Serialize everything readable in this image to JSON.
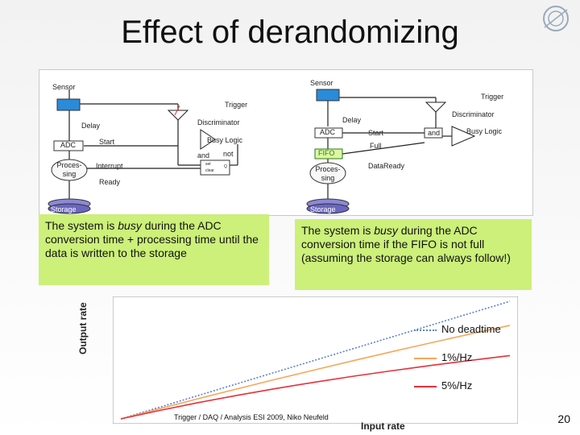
{
  "slide": {
    "title": "Effect of derandomizing",
    "footer": "Trigger / DAQ / Analysis ESI 2009, Niko Neufeld",
    "page_number": "20"
  },
  "left_diagram": {
    "sensor": "Sensor",
    "trigger": "Trigger",
    "delay": "Delay",
    "discriminator": "Discriminator",
    "adc": "ADC",
    "start": "Start",
    "busy_logic": "Busy Logic",
    "and_label": "and",
    "not_label": "not",
    "processing": "Proces-\nsing",
    "interrupt": "Interrupt",
    "ready": "Ready",
    "set": "set",
    "clear": "clear",
    "q": "Q",
    "storage": "Storage",
    "caption_pre": "The system is ",
    "caption_em": "busy",
    "caption_post": " during the ADC conversion time + processing time until the data is written to the storage"
  },
  "right_diagram": {
    "sensor": "Sensor",
    "trigger": "Trigger",
    "discriminator": "Discriminator",
    "delay": "Delay",
    "adc": "ADC",
    "start": "Start",
    "full": "Full",
    "fifo": "FIFO",
    "and_label": "and",
    "busy_logic": "Busy Logic",
    "data_ready": "DataReady",
    "processing": "Proces-\nsing",
    "storage": "Storage",
    "caption_pre": "The system is ",
    "caption_em": "busy",
    "caption_post": " during the ADC conversion time if the FIFO is not full (assuming the storage can always follow!)"
  },
  "chart_data": {
    "type": "line",
    "xlabel": "Input rate",
    "ylabel": "Output rate",
    "x": [
      0,
      0.1,
      0.2,
      0.3,
      0.4,
      0.5,
      0.6,
      0.7,
      0.8,
      0.9,
      1.0
    ],
    "series": [
      {
        "name": "No deadtime",
        "color": "#5b7fd6",
        "style": "dotted",
        "values": [
          0,
          0.1,
          0.2,
          0.3,
          0.4,
          0.5,
          0.6,
          0.7,
          0.8,
          0.9,
          1.0
        ]
      },
      {
        "name": "1%/Hz",
        "color": "#f4a85a",
        "style": "solid",
        "values": [
          0,
          0.087,
          0.173,
          0.256,
          0.338,
          0.418,
          0.497,
          0.574,
          0.649,
          0.723,
          0.795
        ]
      },
      {
        "name": "5%/Hz",
        "color": "#e8303a",
        "style": "solid",
        "values": [
          0,
          0.072,
          0.139,
          0.201,
          0.259,
          0.313,
          0.364,
          0.411,
          0.456,
          0.498,
          0.538
        ]
      }
    ]
  }
}
